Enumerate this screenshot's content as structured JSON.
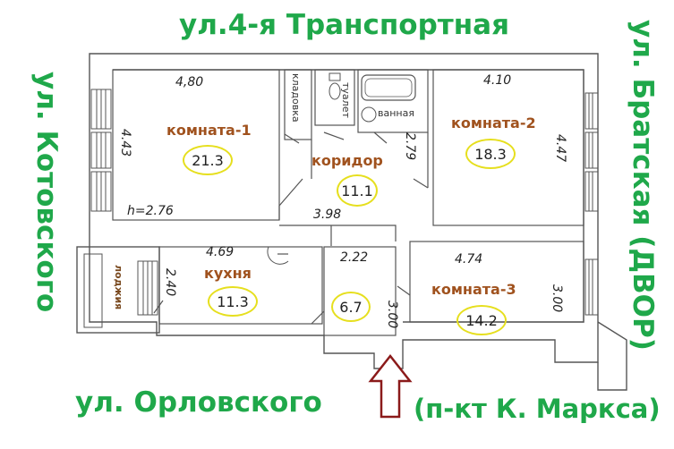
{
  "streets": {
    "top": "ул.4-я Транспортная",
    "left": "ул. Котовского",
    "right": "ул. Братская (ДВОР)",
    "bottom": "ул. Орловского",
    "bottom_right": "(п-кт К. Маркса)"
  },
  "rooms": {
    "room1": {
      "name": "комната-1",
      "area": "21.3"
    },
    "room2": {
      "name": "комната-2",
      "area": "18.3"
    },
    "room3": {
      "name": "комната-3",
      "area": "14.2"
    },
    "corridor": {
      "name": "коридор",
      "area": "11.1"
    },
    "kitchen": {
      "name": "кухня",
      "area": "11.3"
    },
    "hall": {
      "area": "6.7"
    },
    "storage": "кладовка",
    "toilet": "туалет",
    "bathroom": "ванная",
    "loggia": "лоджия"
  },
  "dimensions": {
    "room1_width": "4,80",
    "room1_depth": "4.43",
    "ceiling": "h=2.76",
    "room2_width": "4.10",
    "room2_depth": "4.47",
    "corridor_width": "2.79",
    "corridor_length": "3.98",
    "kitchen_width": "4.69",
    "kitchen_depth": "2.40",
    "hall_width": "2.22",
    "entrance_depth": "3.00",
    "room3_width": "4.74",
    "room3_depth": "3.00"
  },
  "colors": {
    "street_text": "#1fa84a",
    "room_text": "#a0521e",
    "area_ring": "#e6df1e",
    "wall": "#555555",
    "entrance_arrow": "#8b1a1a"
  }
}
